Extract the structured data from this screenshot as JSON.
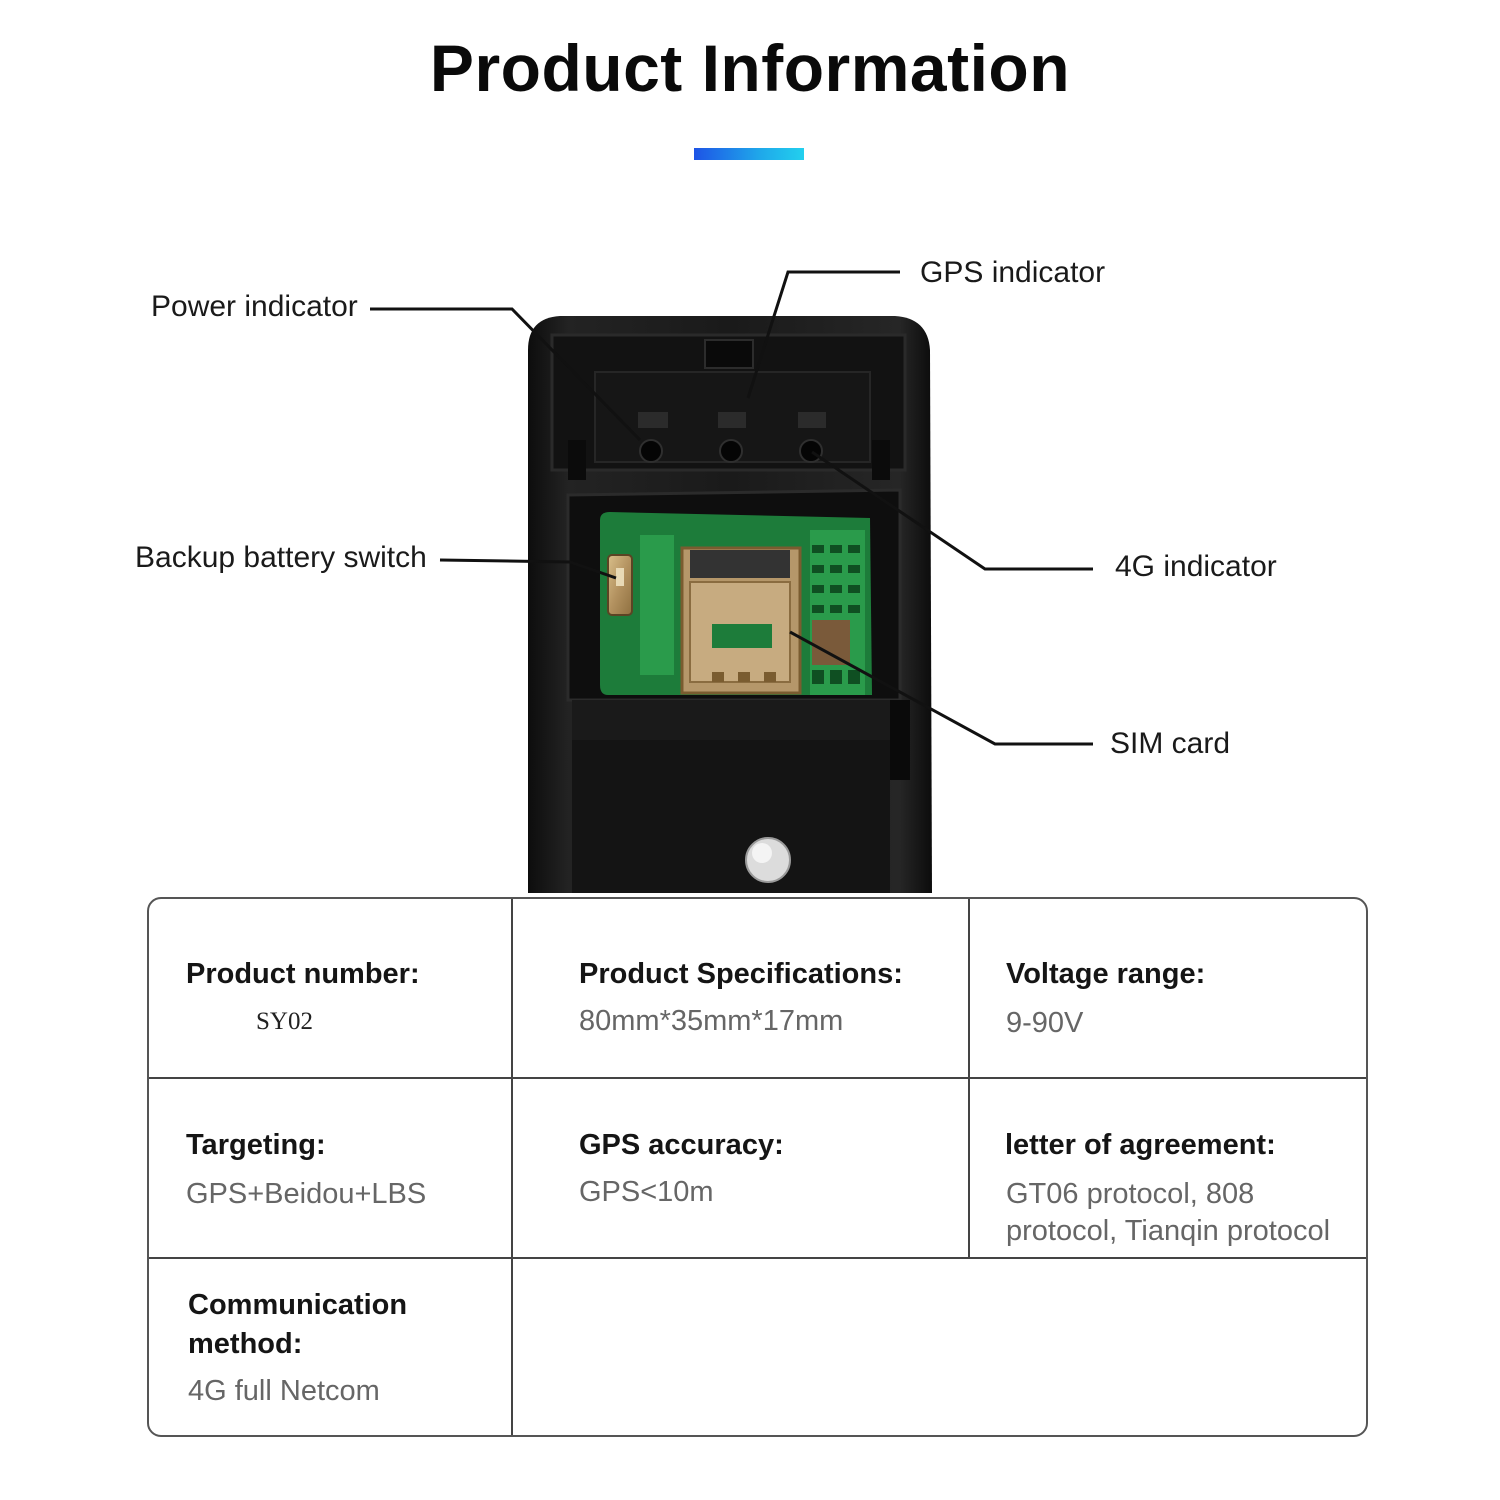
{
  "header": {
    "title": "Product Information",
    "accent_gradient": [
      "#1e54e6",
      "#22d0ee"
    ]
  },
  "device_callouts": {
    "power_indicator": "Power indicator",
    "gps_indicator": "GPS indicator",
    "backup_battery_switch": "Backup battery switch",
    "fourg_indicator": "4G indicator",
    "sim_card": "SIM card"
  },
  "specs": {
    "product_number": {
      "label": "Product number:",
      "value": "SY02"
    },
    "product_specifications": {
      "label": "Product Specifications:",
      "value": "80mm*35mm*17mm"
    },
    "voltage_range": {
      "label": "Voltage range:",
      "value": "9-90V"
    },
    "targeting": {
      "label": "Targeting:",
      "value": "GPS+Beidou+LBS"
    },
    "gps_accuracy": {
      "label": "GPS accuracy:",
      "value": "GPS<10m"
    },
    "letter_of_agreement": {
      "label": "letter of agreement:",
      "value_line1": "GT06 protocol, 808",
      "value_line2": "protocol, Tianqin protocol"
    },
    "communication_method": {
      "label_line1": "Communication",
      "label_line2": "method:",
      "value": "4G full Netcom"
    }
  }
}
